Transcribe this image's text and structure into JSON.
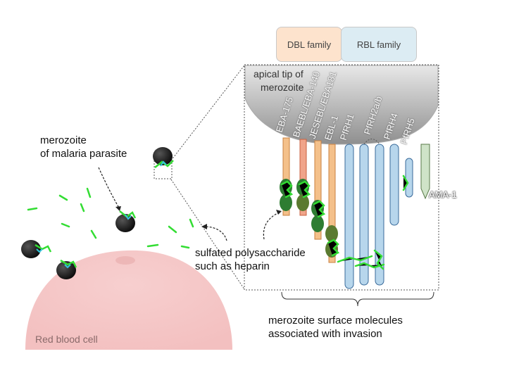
{
  "families": {
    "dbl": "DBL family",
    "rbl": "RBL family"
  },
  "apical_tip": {
    "line1": "apical tip of",
    "line2": "merozoite"
  },
  "molecules": {
    "eba175": "EBA-175",
    "baebl": "BAEBL/EBA-140",
    "jesebl": "JESEBL/EBA181",
    "ebl1": "EBL-1",
    "pfrh1": "PfRH1",
    "pfrh2": "PfRH2a/b",
    "pfrh4": "PfRH4",
    "pfrh5": "PfRH5",
    "ama1": "AMA-1"
  },
  "labels": {
    "merozoite_line1": "merozoite",
    "merozoite_line2": "of malaria parasite",
    "polysaccharide_line1": "sulfated polysaccharide",
    "polysaccharide_line2": "such as heparin",
    "surface_line1": "merozoite surface molecules",
    "surface_line2": "associated with invasion",
    "rbc": "Red blood cell"
  },
  "colors": {
    "dbl_family": "#fde3cd",
    "rbl_family": "#dcecf3",
    "dbl_rod": "#f4c08a",
    "rbl_rod": "#b7d6ec",
    "heparin": "#33dd33",
    "rbc": "#f6c8c8",
    "merozoite": "#1a1a1a"
  },
  "icons": [
    "merozoite-icon",
    "heparin-chain-icon",
    "curved-arrow-icon"
  ]
}
